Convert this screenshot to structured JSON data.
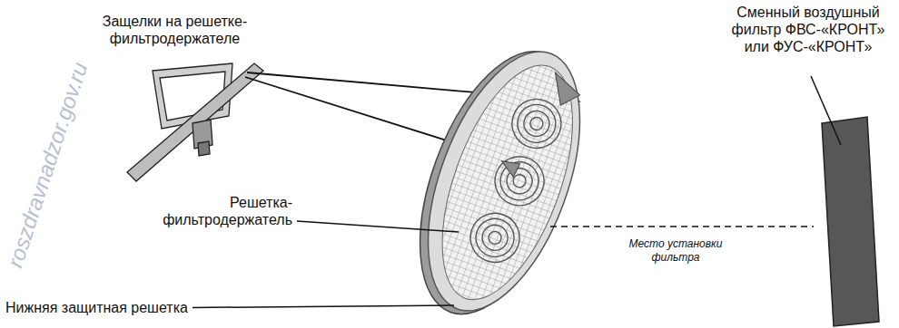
{
  "diagram": {
    "labels": [
      "Защелки на решетке-фильтродержателе",
      "Сменный воздушный фильтр ФВС-«КРОНТ» или ФУС-«КРОНТ»",
      "Решетка-фильтродержатель",
      "Место установки фильтра",
      "Нижняя защитная решетка",
      "roszdravnadzor.gov.ru"
    ]
  }
}
